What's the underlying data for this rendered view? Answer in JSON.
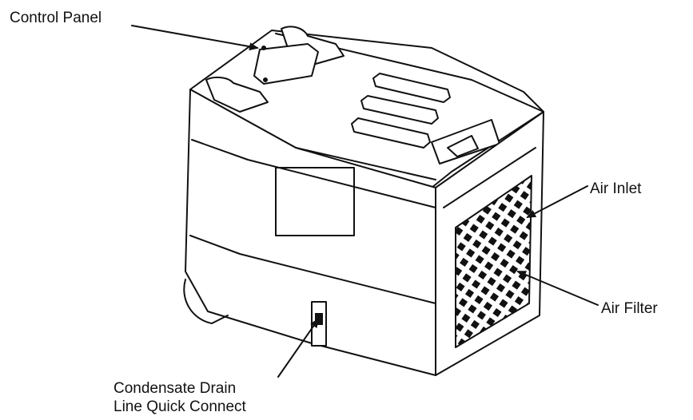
{
  "labels": {
    "control_panel": "Control Panel",
    "air_inlet": "Air Inlet",
    "air_filter": "Air Filter",
    "drain_line_1": "Condensate Drain",
    "drain_line_2": "Line Quick Connect"
  },
  "colors": {
    "line": "#111111",
    "background": "#ffffff"
  }
}
